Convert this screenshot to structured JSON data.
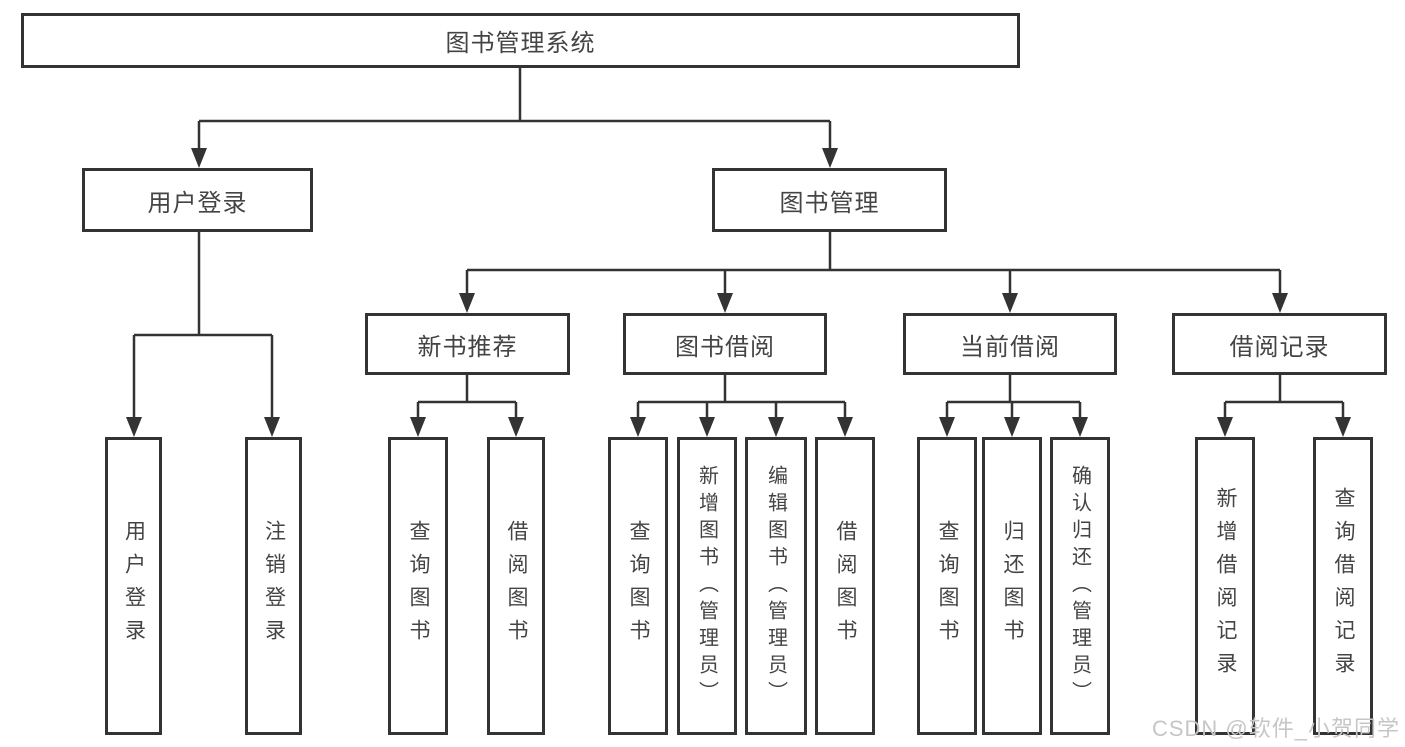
{
  "diagram_title": "图书管理系统",
  "tree": {
    "root": {
      "label": "图书管理系统"
    },
    "children": [
      {
        "label": "用户登录",
        "leaves": [
          {
            "label": "用户登录"
          },
          {
            "label": "注销登录"
          }
        ]
      },
      {
        "label": "图书管理",
        "children": [
          {
            "label": "新书推荐",
            "leaves": [
              {
                "label": "查询图书"
              },
              {
                "label": "借阅图书"
              }
            ]
          },
          {
            "label": "图书借阅",
            "leaves": [
              {
                "label": "查询图书"
              },
              {
                "label": "新增图书（管理员）"
              },
              {
                "label": "编辑图书（管理员）"
              },
              {
                "label": "借阅图书"
              }
            ]
          },
          {
            "label": "当前借阅",
            "leaves": [
              {
                "label": "查询图书"
              },
              {
                "label": "归还图书"
              },
              {
                "label": "确认归还（管理员）"
              }
            ]
          },
          {
            "label": "借阅记录",
            "leaves": [
              {
                "label": "新增借阅记录"
              },
              {
                "label": "查询借阅记录"
              }
            ]
          }
        ]
      }
    ]
  },
  "watermark": "CSDN @软件_小贺同学",
  "colors": {
    "line": "#333333",
    "border": "#333333",
    "text": "#444444",
    "watermark": "#c6c6c6",
    "background": "#ffffff"
  }
}
